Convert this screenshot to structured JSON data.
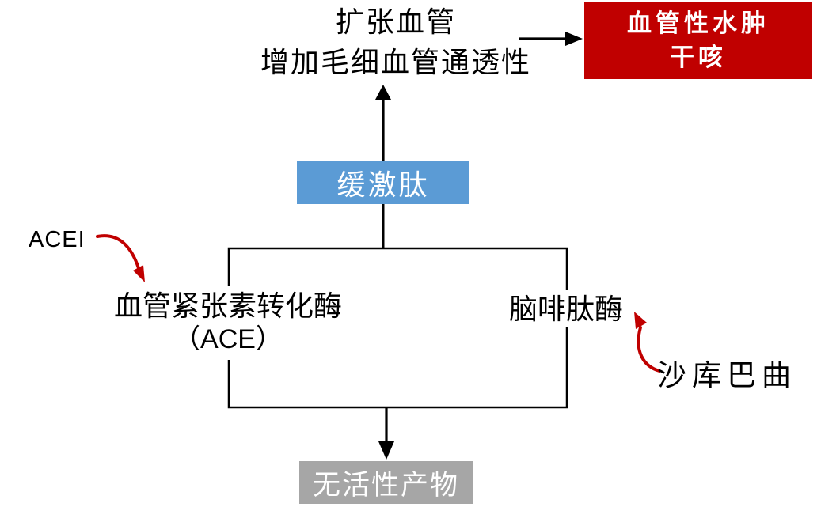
{
  "colors": {
    "outcome_red": "#c00000",
    "bradykinin_blue": "#5b9bd5",
    "product_gray": "#a6a6a6",
    "inhibitor_arrow_red": "#c00000",
    "line_black": "#000000"
  },
  "top_effects": {
    "line1": "扩张血管",
    "line2": "增加毛细血管通透性"
  },
  "outcome_box": {
    "line1": "血管性水肿",
    "line2": "干咳"
  },
  "bradykinin_box": {
    "label": "缓激肽"
  },
  "enzyme_box": {
    "left_line1": "血管紧张素转化酶",
    "left_line2": "（ACE）",
    "right_label": "脑啡肽酶"
  },
  "inhibitors": {
    "acei": "ACEI",
    "sacubitril": "沙库巴曲"
  },
  "product_box": {
    "label": "无活性产物"
  }
}
